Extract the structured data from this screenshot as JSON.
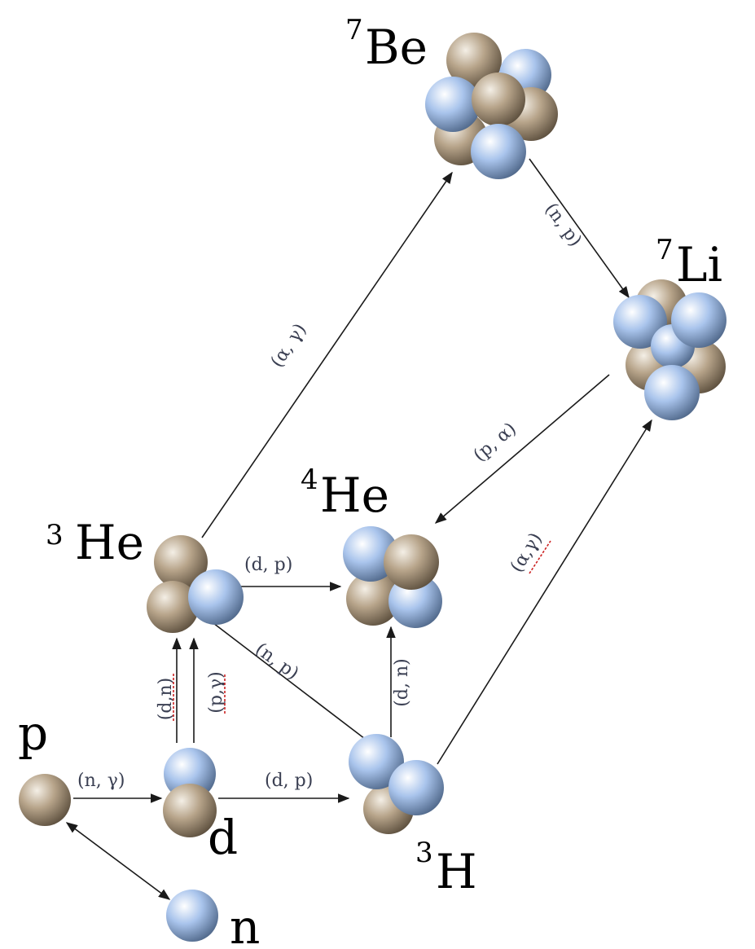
{
  "nuclei": {
    "be7": {
      "mass": "7",
      "symbol": "Be"
    },
    "li7": {
      "mass": "7",
      "symbol": "Li"
    },
    "he4": {
      "mass": "4",
      "symbol": "He"
    },
    "he3": {
      "mass": "3",
      "symbol": "He"
    },
    "h3": {
      "mass": "3",
      "symbol": "H"
    },
    "p": {
      "symbol": "p"
    },
    "d": {
      "symbol": "d"
    },
    "n": {
      "symbol": "n"
    }
  },
  "reactions": {
    "p_d": "(n, γ)",
    "d_h3": "(d, p)",
    "he3_he4": "(d, p)",
    "he3_h3": "(n, p)",
    "d_he3_dn": "(d,n)",
    "d_he3_pg": "(p,γ)",
    "h3_he4": "(d, n)",
    "he3_be7": "(α, γ)",
    "be7_li7": "(n, p)",
    "li7_he4": "(p, α)",
    "h3_li7": "(α,γ)"
  },
  "colors": {
    "proton": "#b7a48a",
    "neutron": "#a9c4ec",
    "arrow": "#1a1a1a",
    "reaction_text": "#3a3f52",
    "underline": "#cc2222"
  }
}
